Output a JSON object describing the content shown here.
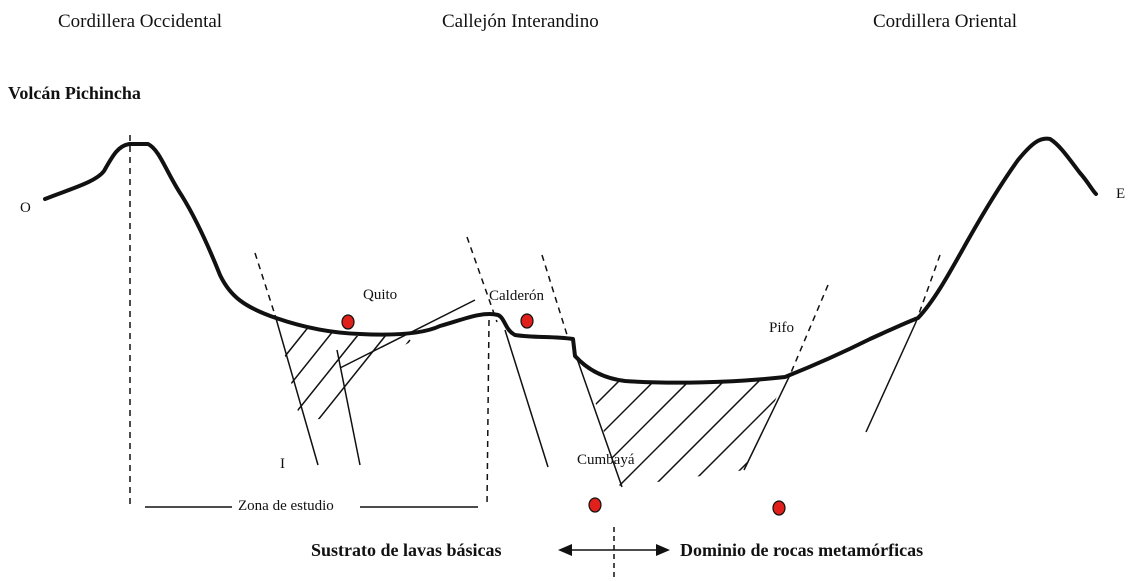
{
  "header": {
    "west_range": "Cordillera Occidental",
    "valley": "Callejón Interandino",
    "east_range": "Cordillera Oriental"
  },
  "volcano": "Volcán Pichincha",
  "directions": {
    "west": "O",
    "east": "E"
  },
  "places": {
    "quito": "Quito",
    "calderon": "Calderón",
    "pifo": "Pifo",
    "cumbaya": "Cumbayá"
  },
  "markers": {
    "tick": "I"
  },
  "study_zone": "Zona de estudio",
  "domains": {
    "west": "Sustrato de lavas básicas",
    "east": "Dominio de rocas metamórficas"
  },
  "colors": {
    "line": "#111111",
    "marker": "#e0201a"
  }
}
